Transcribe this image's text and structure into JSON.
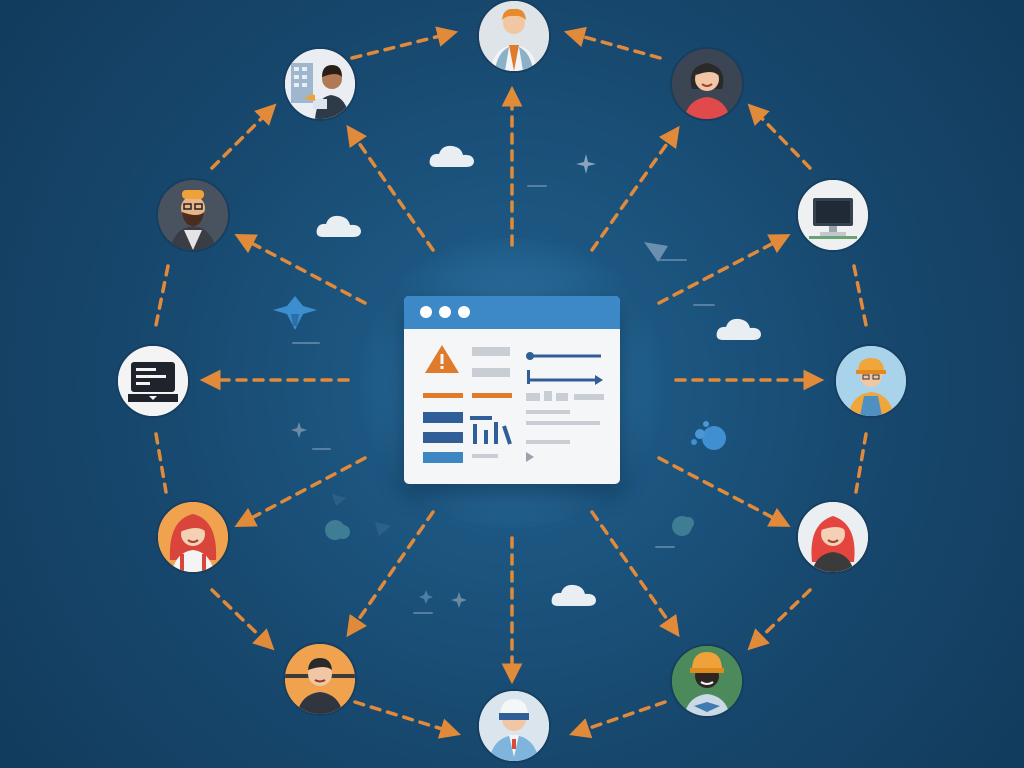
{
  "colors": {
    "background": "#174a70",
    "arrow": "#e18a3a",
    "window_titlebar": "#3d88c6",
    "window_body": "#f4f6f8",
    "accent_orange": "#e07b2c",
    "accent_blue": "#3c6da5"
  },
  "center_window": {
    "titlebar_dots": 3,
    "icons": [
      "warning-triangle-icon",
      "bar-chart-icon",
      "slider-control-icon"
    ]
  },
  "nodes": [
    {
      "id": "top",
      "role": "person",
      "icon": "businessman-avatar-icon"
    },
    {
      "id": "top-right",
      "role": "person",
      "icon": "woman-avatar-icon"
    },
    {
      "id": "right-upper",
      "role": "device",
      "icon": "computer-monitor-icon"
    },
    {
      "id": "right",
      "role": "person",
      "icon": "construction-worker-avatar-icon"
    },
    {
      "id": "right-lower",
      "role": "person",
      "icon": "red-haired-woman-avatar-icon"
    },
    {
      "id": "bottom-right",
      "role": "person",
      "icon": "hard-hat-worker-avatar-icon"
    },
    {
      "id": "bottom",
      "role": "person",
      "icon": "helmet-worker-avatar-icon"
    },
    {
      "id": "bottom-left",
      "role": "person",
      "icon": "man-avatar-icon"
    },
    {
      "id": "left-lower",
      "role": "person",
      "icon": "woman-avatar-icon"
    },
    {
      "id": "left",
      "role": "device",
      "icon": "laptop-terminal-icon"
    },
    {
      "id": "left-upper",
      "role": "person",
      "icon": "bearded-man-avatar-icon"
    },
    {
      "id": "top-left",
      "role": "person",
      "icon": "office-worker-avatar-icon"
    }
  ]
}
